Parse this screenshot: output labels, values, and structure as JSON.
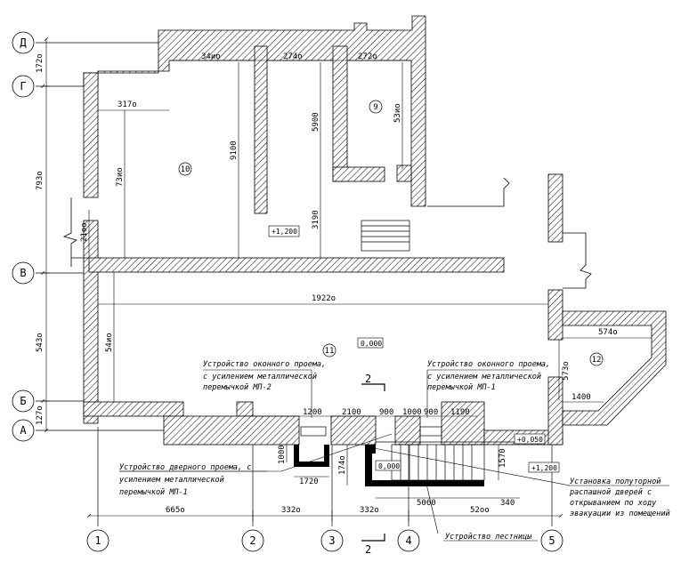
{
  "axes": {
    "letters": [
      "Д",
      "Г",
      "В",
      "Б",
      "А"
    ],
    "numbers": [
      "1",
      "2",
      "3",
      "4",
      "5"
    ]
  },
  "dimensions": {
    "left_vertical": [
      "172о",
      "793о",
      "21оо",
      "543о",
      "127о"
    ],
    "inner_vertical": [
      "73ио",
      "9100",
      "5900",
      "3190",
      "53ио",
      "54ио",
      "573о",
      "1000",
      "174о",
      "1570"
    ],
    "top": [
      "34ио",
      "274о",
      "272о",
      "317о"
    ],
    "hall_width": "1922о",
    "right_room": [
      "574о",
      "1400"
    ],
    "door_openings": [
      "1200",
      "2100",
      "900",
      "1000",
      "900",
      "1190"
    ],
    "bottom_small": [
      "1720",
      "5060",
      "340"
    ],
    "bottom_chain": [
      "665о",
      "332о",
      "332о",
      "52оо"
    ]
  },
  "rooms": [
    "10",
    "9",
    "11",
    "12"
  ],
  "levels": [
    "+1,200",
    "0,000",
    "0,000",
    "+0,050",
    "+1,200"
  ],
  "annotations": {
    "window_mp2": [
      "Устройство оконного проема,",
      "с усилением металлической",
      "перемычкой МП-2"
    ],
    "window_mp1": [
      "Устройство оконного проема,",
      "с усилением металлической",
      "перемычкой МП-1"
    ],
    "door_mp1": [
      "Устройство дверного проема, с",
      "усилением металлической",
      "перемычкой МП-1"
    ],
    "evac_doors": [
      "Установка полуторной",
      "распашной дверей с",
      "открыванием по ходу",
      "эвакуации из помещений"
    ],
    "stairs": "Устройство лестницы",
    "section": "2"
  }
}
